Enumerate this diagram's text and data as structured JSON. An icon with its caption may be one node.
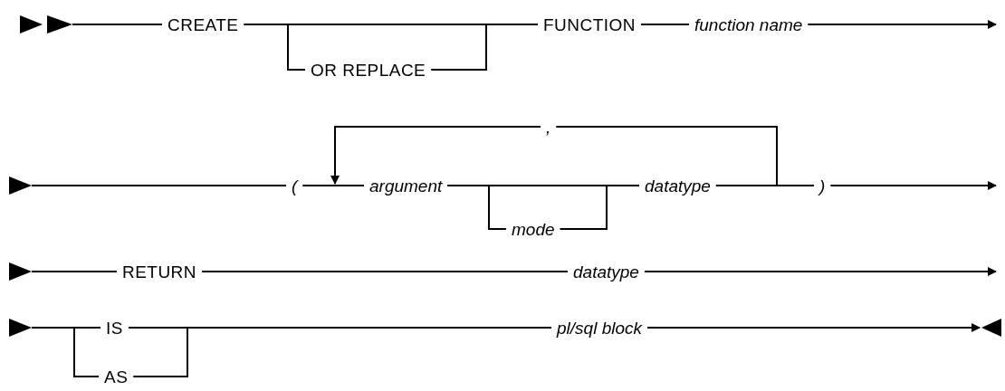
{
  "diagram": {
    "nodes": [
      {
        "text": [
          "CREATE"
        ]
      },
      {
        "text": [
          "OR REPLACE"
        ]
      },
      {
        "text": [
          "FUNCTION"
        ]
      },
      {
        "text": [
          "function name"
        ]
      },
      {
        "text": [
          "("
        ]
      },
      {
        "text": [
          "argument"
        ]
      },
      {
        "text": [
          "mode"
        ]
      },
      {
        "text": [
          "datatype"
        ]
      },
      {
        "text": [
          ")"
        ]
      },
      {
        "text": [
          ","
        ]
      },
      {
        "text": [
          "RETURN"
        ]
      },
      {
        "text": [
          "datatype"
        ]
      },
      {
        "text": [
          "IS"
        ]
      },
      {
        "text": [
          "AS"
        ]
      },
      {
        "text": [
          "pl/sql block"
        ]
      },
      {
        "text": [],
        "shape": "triangle"
      },
      {
        "text": [],
        "shape": "triangle"
      },
      {
        "text": [],
        "shape": "triangle"
      },
      {
        "text": [],
        "shape": "triangle"
      }
    ],
    "edges": [
      {
        "from": 15,
        "to": 0,
        "arrow": "none"
      },
      {
        "from": 0,
        "to": 2,
        "arrow": "none"
      },
      {
        "from": 0,
        "to": 1,
        "arrow": "none"
      },
      {
        "from": 1,
        "to": 2,
        "arrow": "none"
      },
      {
        "from": 2,
        "to": 3,
        "arrow": "none"
      },
      {
        "from": 3,
        "to": null,
        "arrow": "to"
      },
      {
        "from": 16,
        "to": 4,
        "arrow": "none"
      },
      {
        "from": 4,
        "to": 5,
        "arrow": "none"
      },
      {
        "from": 5,
        "to": 7,
        "arrow": "none"
      },
      {
        "from": 5,
        "to": 6,
        "arrow": "none"
      },
      {
        "from": 6,
        "to": 7,
        "arrow": "none"
      },
      {
        "from": 7,
        "to": 8,
        "arrow": "none"
      },
      {
        "from": 7,
        "to": 9,
        "arrow": "none"
      },
      {
        "from": 9,
        "to": 5,
        "arrow": "to"
      },
      {
        "from": 8,
        "to": null,
        "arrow": "to"
      },
      {
        "from": 17,
        "to": 10,
        "arrow": "none"
      },
      {
        "from": 10,
        "to": 11,
        "arrow": "none"
      },
      {
        "from": 11,
        "to": null,
        "arrow": "to"
      },
      {
        "from": 18,
        "to": 12,
        "arrow": "none"
      },
      {
        "from": 18,
        "to": 13,
        "arrow": "none"
      },
      {
        "from": 12,
        "to": 14,
        "arrow": "none"
      },
      {
        "from": 13,
        "to": 14,
        "arrow": "none"
      },
      {
        "from": 14,
        "to": null,
        "arrow": "to"
      }
    ]
  }
}
